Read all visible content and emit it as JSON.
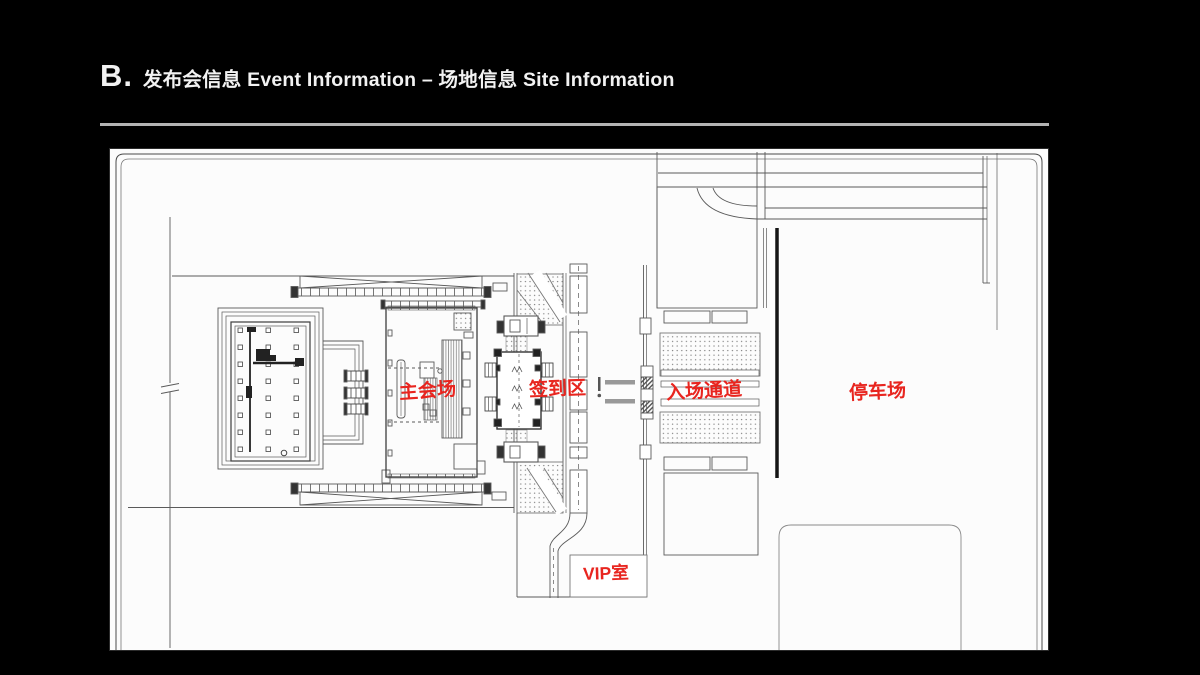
{
  "slide": {
    "title_letter": "B.",
    "title_text": "发布会信息 Event Information – 场地信息  Site Information"
  },
  "site_plan": {
    "description": "CAD site plan of press-conference venue",
    "labels": {
      "main_venue": "主会场",
      "sign_in": "签到区",
      "entrance": "入场通道",
      "parking": "停车场",
      "vip_room": "VIP室"
    },
    "label_color": "#e8251f",
    "background_color": "#000000",
    "panel_color": "#fcfcfc",
    "line_color": "#5a5a5a"
  }
}
